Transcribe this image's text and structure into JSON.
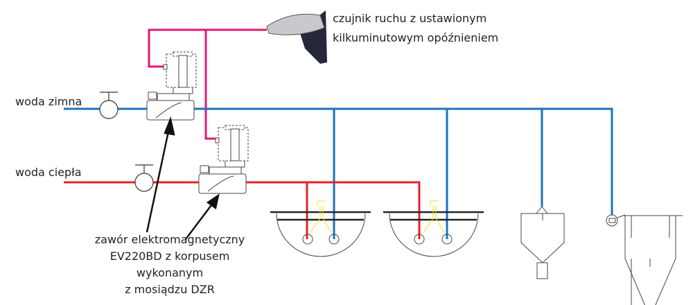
{
  "labels": {
    "sensor_line1": "czujnik ruchu z ustawionym",
    "sensor_line2": "kilkuminutowym opóźnieniem",
    "cold_water": "woda zimna",
    "hot_water": "woda ciepła",
    "valve_line1": "zawór elektromagnetyczny",
    "valve_line2": "EV220BD z korpusem",
    "valve_line3": "wykonanym",
    "valve_line4": "z mosiądzu DZR"
  },
  "colors": {
    "cold": "#1a73c0",
    "hot": "#e8202a",
    "signal": "#e5176f",
    "tap": "#f2e600"
  }
}
